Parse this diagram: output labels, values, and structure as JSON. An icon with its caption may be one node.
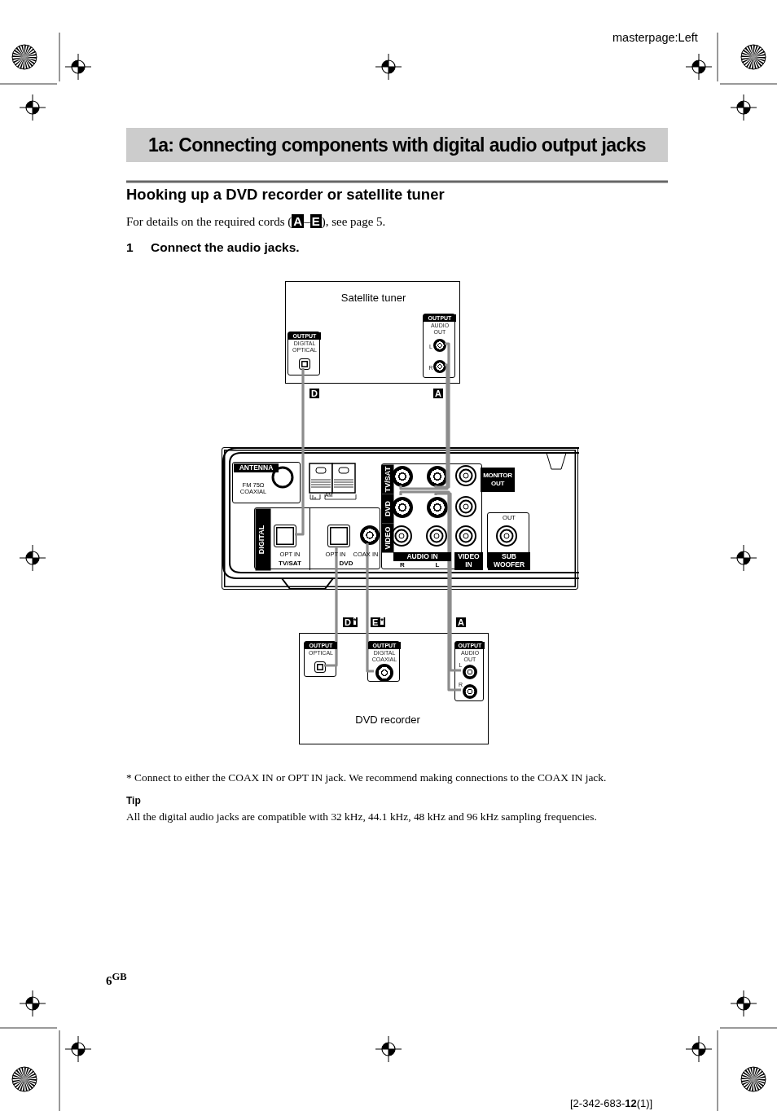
{
  "diagram": {
    "title": "1a: Connecting components with digital audio output jacks",
    "nodes": [
      {
        "text": [
          "Satellite tuner"
        ]
      },
      {
        "text": [
          "OUTPUT",
          "DIGITAL OPTICAL"
        ],
        "in": 0
      },
      {
        "text": [],
        "shape": "box",
        "in": 1
      },
      {
        "text": [
          "OUTPUT",
          "AUDIO OUT"
        ],
        "in": 0
      },
      {
        "text": [],
        "shape": "circle",
        "in": 3,
        "beside": [
          "L"
        ]
      },
      {
        "text": [],
        "shape": "circle",
        "in": 3,
        "beside": [
          "R"
        ]
      },
      {
        "text": [],
        "shape": "box"
      },
      {
        "text": [
          "ANTENNA",
          "FM 75Ω COAXIAL"
        ],
        "in": 6
      },
      {
        "text": [
          "DIGITAL"
        ],
        "in": 6
      },
      {
        "text": [
          "OPT IN",
          "TV/SAT"
        ],
        "in": 8
      },
      {
        "text": [],
        "shape": "box",
        "in": 9
      },
      {
        "text": [
          "OPT IN",
          "COAX IN",
          "DVD"
        ],
        "in": 8
      },
      {
        "text": [],
        "shape": "box",
        "in": 11
      },
      {
        "text": [],
        "shape": "circle",
        "in": 11
      },
      {
        "text": [
          "TV/SAT",
          "DVD",
          "VIDEO",
          "AUDIO IN",
          "R",
          "L"
        ],
        "in": 6
      },
      {
        "text": [],
        "shape": "circle",
        "in": 14
      },
      {
        "text": [],
        "shape": "circle",
        "in": 14
      },
      {
        "text": [],
        "shape": "circle",
        "in": 14
      },
      {
        "text": [],
        "shape": "circle",
        "in": 14
      },
      {
        "text": [
          "MONITOR OUT"
        ],
        "in": 6
      },
      {
        "text": [
          "VIDEO IN"
        ],
        "in": 14
      },
      {
        "text": [
          "OUT",
          "SUB WOOFER"
        ],
        "in": 6
      },
      {
        "text": [
          "DVD recorder"
        ]
      },
      {
        "text": [
          "OUTPUT",
          "OPTICAL"
        ],
        "in": 22
      },
      {
        "text": [],
        "shape": "box",
        "in": 23
      },
      {
        "text": [
          "OUTPUT",
          "DIGITAL COAXIAL"
        ],
        "in": 22
      },
      {
        "text": [],
        "shape": "circle",
        "in": 25
      },
      {
        "text": [
          "OUTPUT",
          "AUDIO OUT"
        ],
        "in": 22
      },
      {
        "text": [],
        "shape": "circle",
        "in": 27,
        "beside": [
          "L"
        ]
      },
      {
        "text": [],
        "shape": "circle",
        "in": 27,
        "beside": [
          "R"
        ]
      }
    ],
    "edges": [
      {
        "from": 2,
        "to": 10,
        "arrow": "none",
        "label": "D"
      },
      {
        "from": 4,
        "to": 16,
        "arrow": "none",
        "label": "A"
      },
      {
        "from": 5,
        "to": 15,
        "arrow": "none"
      },
      {
        "from": 24,
        "to": 12,
        "arrow": "none",
        "label": "D$^{*}$"
      },
      {
        "from": 26,
        "to": 13,
        "arrow": "none",
        "label": "E$^{*}$"
      },
      {
        "from": 28,
        "to": 18,
        "arrow": "none",
        "label": "A"
      },
      {
        "from": 29,
        "to": 17,
        "arrow": "none"
      }
    ],
    "labels": [
      "masterpage:Left",
      "Hooking up a DVD recorder or satellite tuner",
      "For details on the required cords (**A**–**E**), see page 5.",
      "1",
      "Connect the audio jacks.",
      "AM",
      "* Connect to either the COAX IN or OPT IN jack. We recommend making connections to the COAX IN jack.",
      "Tip",
      "All the digital audio jacks are compatible with 32 kHz, 44.1 kHz, 48 kHz and 96 kHz sampling frequencies.",
      "6$^{GB}$",
      "[2-342-683-**12**(1)]"
    ]
  }
}
